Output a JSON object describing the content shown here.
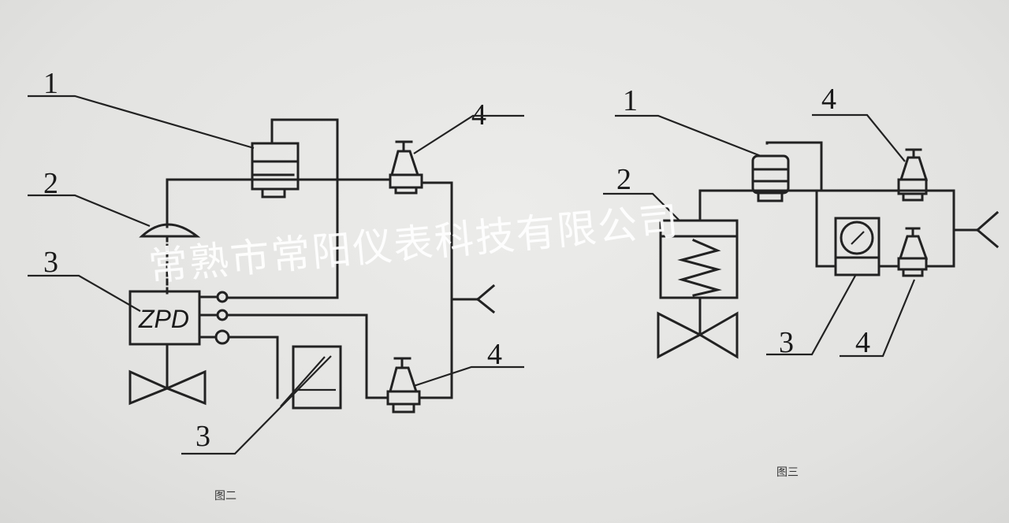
{
  "figure_2": {
    "caption": "图二",
    "labels": {
      "positioner": "1",
      "diaphragm": "2",
      "controller": "3",
      "recorder": "3",
      "regulator_top": "4",
      "regulator_bottom": "4"
    },
    "controller_text": "ZPD"
  },
  "figure_3": {
    "caption": "图三",
    "labels": {
      "positioner": "1",
      "actuator": "2",
      "regulator_top": "4",
      "gauge": "3",
      "regulator_bottom": "4"
    }
  },
  "watermark": "常熟市常阳仪表科技有限公司"
}
